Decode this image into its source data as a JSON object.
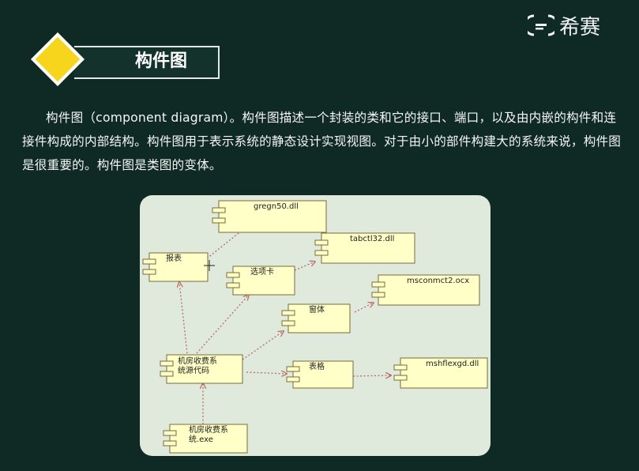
{
  "brand": {
    "logo_text": "希赛",
    "logo_icon": "xisai-logo-icon"
  },
  "slide": {
    "title": "构件图",
    "paragraph": "构件图（component diagram）。构件图描述一个封装的类和它的接口、端口，以及由内嵌的构件和连接件构成的内部结构。构件图用于表示系统的静态设计实现视图。对于由小的部件构建大的系统来说，构件图是很重要的。构件图是类图的变体。"
  },
  "diagram": {
    "components": {
      "gregn50": "gregn50.dll",
      "report": "报表",
      "tabctl32": "tabctl32.dll",
      "tabcard": "选项卡",
      "msconmct2": "msconmct2.ocx",
      "form": "窗体",
      "source": "机房收费系\n统源代码",
      "grid": "表格",
      "mshflexgd": "mshflexgd.dll",
      "exe": "机房收费系\n统.exe"
    }
  },
  "colors": {
    "background": "#0f2a24",
    "accent_diamond": "#f7d51c",
    "diagram_bg": "#dfe9dc",
    "component_fill": "#ffffc8",
    "arrow": "#b76b6b"
  }
}
